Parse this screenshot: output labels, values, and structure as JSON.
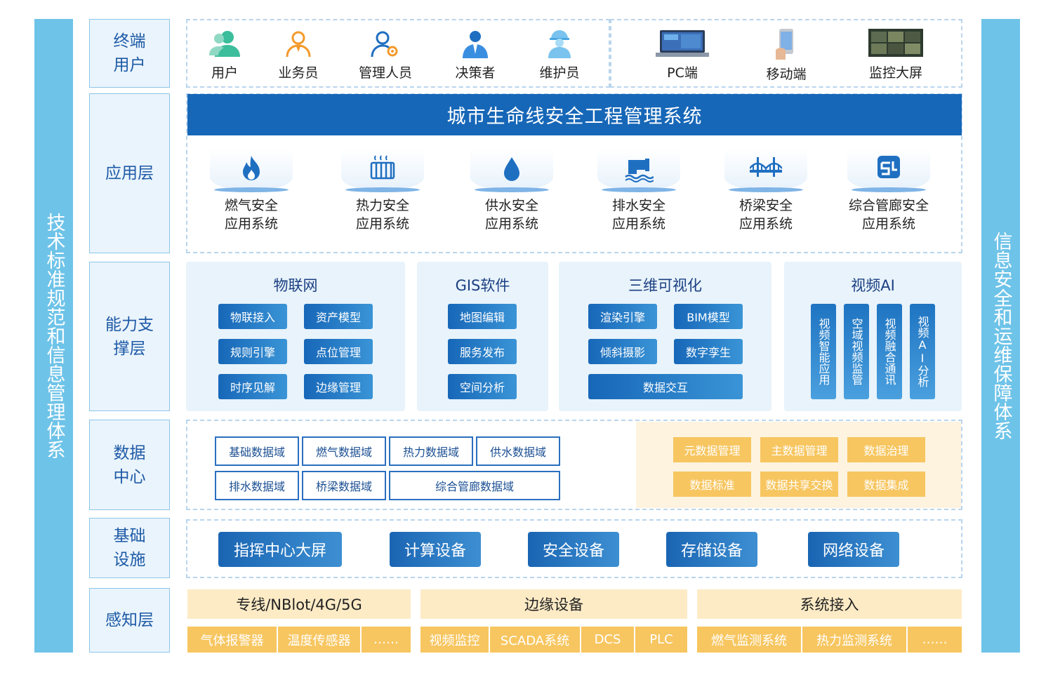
{
  "left_bar": "技术标准规范和信息管理体系",
  "right_bar": "信息安全和运维保障体系",
  "layers": {
    "terminal": "终端用户",
    "application": "应用层",
    "capability": "能力支撑层",
    "data_center": "数据中心",
    "infrastructure": "基础设施",
    "perception": "感知层"
  },
  "users": [
    "用户",
    "业务员",
    "管理人员",
    "决策者",
    "维护员"
  ],
  "devices": [
    "PC端",
    "移动端",
    "监控大屏"
  ],
  "system_title": "城市生命线安全工程管理系统",
  "apps": [
    {
      "line1": "燃气安全",
      "line2": "应用系统",
      "icon": "flame-icon"
    },
    {
      "line1": "热力安全",
      "line2": "应用系统",
      "icon": "radiator-icon"
    },
    {
      "line1": "供水安全",
      "line2": "应用系统",
      "icon": "water-drop-icon"
    },
    {
      "line1": "排水安全",
      "line2": "应用系统",
      "icon": "drain-pipe-icon"
    },
    {
      "line1": "桥梁安全",
      "line2": "应用系统",
      "icon": "bridge-icon"
    },
    {
      "line1": "综合管廊安全",
      "line2": "应用系统",
      "icon": "utility-tunnel-icon"
    }
  ],
  "capability": {
    "iot": {
      "title": "物联网",
      "items": [
        "物联接入",
        "资产模型",
        "规则引擎",
        "点位管理",
        "时序见解",
        "边缘管理"
      ]
    },
    "gis": {
      "title": "GIS软件",
      "items": [
        "地图编辑",
        "服务发布",
        "空间分析"
      ]
    },
    "viz3d": {
      "title": "三维可视化",
      "items": [
        "渲染引擎",
        "BIM模型",
        "倾斜摄影",
        "数字孪生",
        "数据交互"
      ]
    },
    "videoai": {
      "title": "视频AI",
      "items": [
        "视频智能应用",
        "空域视频监管",
        "视频融合通讯",
        "视频AI分析"
      ]
    }
  },
  "data_domains": [
    "基础数据域",
    "燃气数据域",
    "热力数据域",
    "供水数据域",
    "排水数据域",
    "桥梁数据域",
    "综合管廊数据域"
  ],
  "data_governance": [
    "元数据管理",
    "主数据管理",
    "数据治理",
    "数据标准",
    "数据共享交换",
    "数据集成"
  ],
  "infrastructure": [
    "指挥中心大屏",
    "计算设备",
    "安全设备",
    "存储设备",
    "网络设备"
  ],
  "perception": {
    "network": {
      "title": "专线/NBlot/4G/5G",
      "items": [
        "气体报警器",
        "温度传感器",
        "……"
      ]
    },
    "edge": {
      "title": "边缘设备",
      "items": [
        "视频监控",
        "SCADA系统",
        "DCS",
        "PLC"
      ]
    },
    "system": {
      "title": "系统接入",
      "items": [
        "燃气监测系统",
        "热力监测系统",
        "……"
      ]
    }
  },
  "colors": {
    "primary": "#1767b8",
    "side_bar": "#6ec3e8",
    "orange": "#f7c660",
    "light_panel": "#e8f3fb"
  }
}
